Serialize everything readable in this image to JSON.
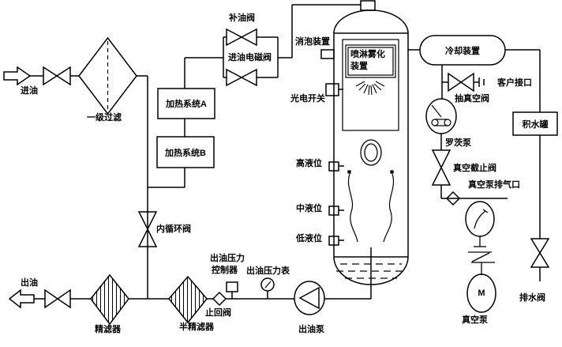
{
  "page": {
    "background": "#ffffff",
    "line_color": "#000000",
    "text_color": "#000000"
  },
  "inlet": {
    "label": "进油",
    "primary_filter": "一级过滤",
    "heating_system_a": "加热系统A",
    "heating_system_b": "加热系统B",
    "makeup_oil_valve": "补油阀",
    "inlet_solenoid_valve": "进油电磁阀",
    "internal_circulation_valve": "内循环阀"
  },
  "tank": {
    "defoaming_device": "消泡装置",
    "spray_atomizer_line1": "喷淋雾化",
    "spray_atomizer_line2": "装置",
    "photoelectric_switch": "光电开关",
    "high_level": "高液位",
    "middle_level": "中液位",
    "low_level": "低液位"
  },
  "vacuum": {
    "cooling_device": "冷却装置",
    "customer_port": "客户接口",
    "vacuum_draw_valve": "抽真空阀",
    "roots_pump": "罗茨泵",
    "vacuum_stop_valve": "真空截止阀",
    "vacuum_pump_exhaust": "真空泵排气口",
    "water_collection_tank": "积水罐",
    "drain_valve": "排水阀",
    "vacuum_pump": "真空泵",
    "motor_mark": "M"
  },
  "outlet": {
    "label": "出油",
    "fine_filter": "精滤器",
    "semi_fine_filter": "半精滤器",
    "check_valve": "止回阀",
    "pressure_controller_line1": "出油压力",
    "pressure_controller_line2": "控制器",
    "pressure_gauge": "出油压力表",
    "outlet_pump": "出油泵"
  }
}
